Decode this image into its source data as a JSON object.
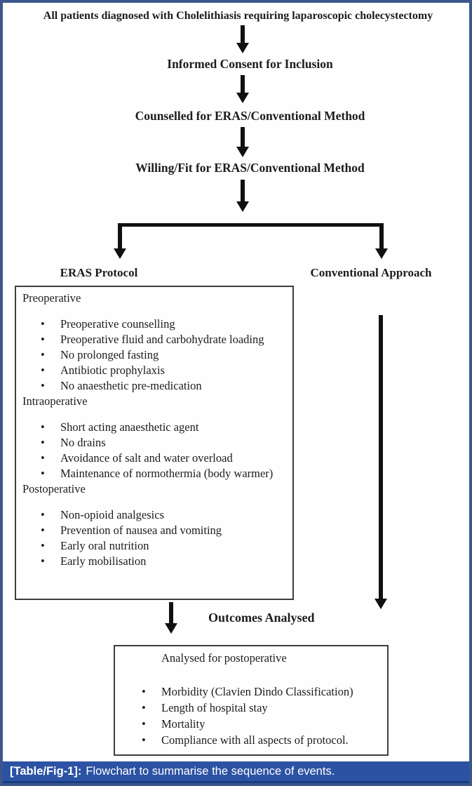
{
  "figure": {
    "title": "All patients diagnosed with Cholelithiasis requiring laparoscopic cholecystectomy",
    "steps": [
      "Informed Consent for Inclusion",
      "Counselled for ERAS/Conventional Method",
      "Willing/Fit for ERAS/Conventional Method"
    ],
    "branch": {
      "left": "ERAS Protocol",
      "right": "Conventional Approach"
    },
    "eras_box": {
      "sections": [
        {
          "heading": "Preoperative",
          "items": [
            "Preoperative counselling",
            "Preoperative fluid and carbohydrate loading",
            "No prolonged fasting",
            "Antibiotic prophylaxis",
            "No anaesthetic pre-medication"
          ]
        },
        {
          "heading": "Intraoperative",
          "items": [
            "Short acting anaesthetic agent",
            "No drains",
            "Avoidance of salt and water overload",
            "Maintenance of normothermia (body warmer)"
          ]
        },
        {
          "heading": "Postoperative",
          "items": [
            "Non-opioid analgesics",
            "Prevention of nausea and vomiting",
            "Early oral nutrition",
            "Early mobilisation"
          ]
        }
      ]
    },
    "outcomes_label": "Outcomes Analysed",
    "outcomes_box": {
      "heading": "Analysed for postoperative",
      "items": [
        "Morbidity (Clavien Dindo Classification)",
        "Length of hospital stay",
        "Mortality",
        "Compliance with all aspects of protocol."
      ]
    },
    "caption": {
      "tag": "[Table/Fig-1]:",
      "text": "Flowchart to summarise the sequence of events."
    },
    "colors": {
      "frame_border": "#3c568c",
      "caption_bg": "#2b52a3",
      "caption_edge": "#173a7e",
      "box_border": "#3d3d3d",
      "arrow": "#101010",
      "text": "#1c1c1c"
    }
  }
}
